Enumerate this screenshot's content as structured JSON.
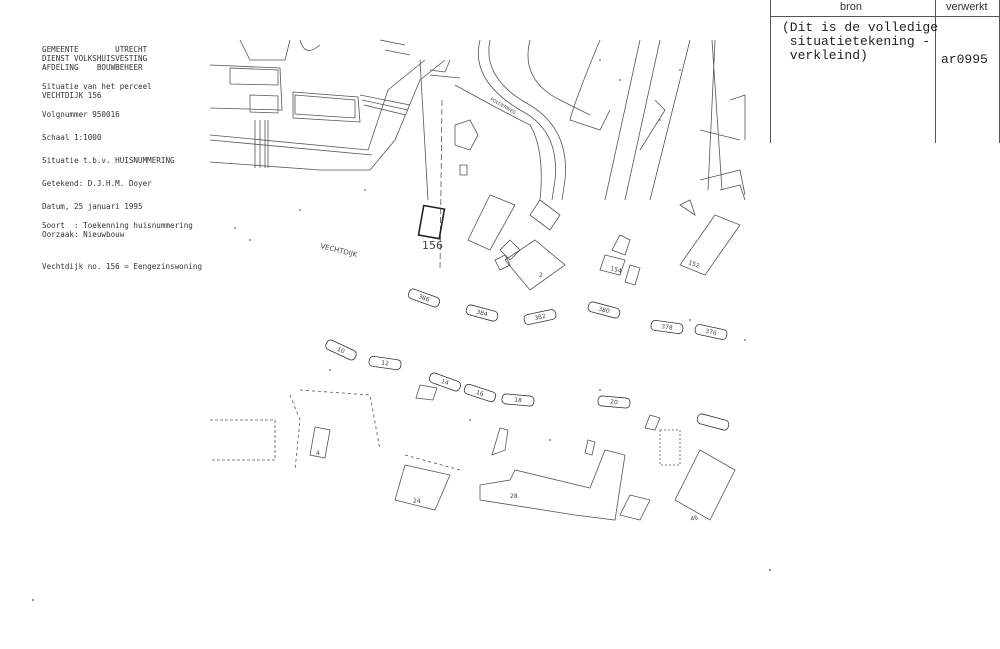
{
  "info_block": {
    "line1": "GEMEENTE        UTRECHT",
    "line2": "DIENST VOLKSHUISVESTING",
    "line3": "AFDELING    BOUWBEHEER",
    "situatie_label": "Situatie van het perceel",
    "perceel": "VECHTDIJK 156",
    "volgnummer": "Volgnummer 950016",
    "schaal": "Schaal 1:1000",
    "situatie_tbv": "Situatie t.b.v. HUISNUMMERING",
    "getekend": "Getekend: D.J.H.M. Doyer",
    "datum": "Datum, 25 januari 1995",
    "soort": "Soort  : Toekenning huisnummering",
    "oorzaak": "Oorzaak: Nieuwbouw",
    "omschrijving": "Vechtdijk no. 156 = Eengezinswoning"
  },
  "source_table": {
    "header_bron": "bron",
    "header_verwerkt": "verwerkt",
    "bron_note": "(Dit is de volledige\n situatietekening -\n verkleind)",
    "verwerkt_code": "ar0995"
  },
  "map": {
    "street_vechtdijk": "VECHTDIJK",
    "street_polderweg": "POLDERWEG",
    "highlighted_plot": "156",
    "house_numbers": [
      "386",
      "384",
      "382",
      "380",
      "378",
      "376",
      "10",
      "12",
      "14",
      "16",
      "18",
      "20",
      ""
    ],
    "building_labels": [
      "4",
      "24",
      "28",
      "154",
      "152",
      "46",
      "2"
    ]
  }
}
